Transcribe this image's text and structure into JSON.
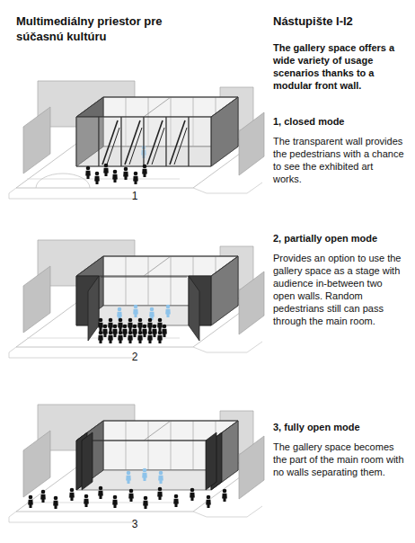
{
  "diagram": {
    "title": "Multimediálny priestor pre súčasnú kultúru",
    "labels": [
      "Nástupište I-I2",
      "The gallery space offers a wide variety of usage scenarios thanks to a modular front wall.",
      "1, closed mode",
      "The transparent wall provides the pedestrians with a chance to see the exhibited art works.",
      "2, partially open mode",
      "Provides an option to use the gallery space as a stage with audience in-between two open walls. Random pedestrians still can pass through the main room.",
      "3, fully open mode",
      "The gallery space becomes the part of the main room with no walls separating them.",
      "1",
      "2",
      "3"
    ]
  }
}
